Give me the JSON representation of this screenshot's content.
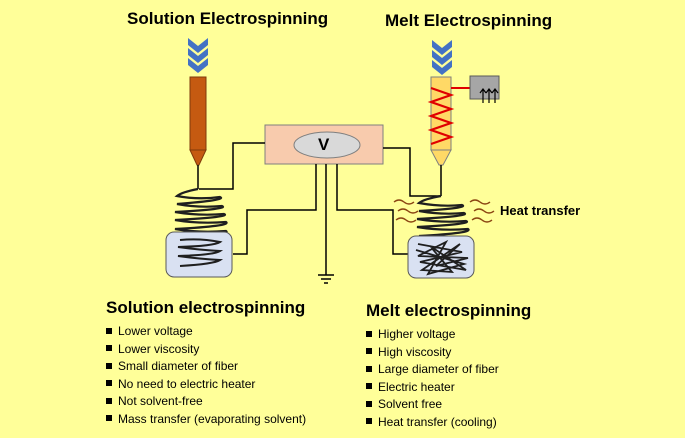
{
  "titles": {
    "solution": "Solution Electrospinning",
    "melt": "Melt Electrospinning"
  },
  "power_supply_label": "V",
  "heat_transfer_label": "Heat transfer",
  "solution_list": {
    "heading": "Solution electrospinning",
    "items": [
      "Lower voltage",
      "Lower viscosity",
      "Small diameter of fiber",
      "No need to electric heater",
      "Not solvent-free",
      "Mass transfer  (evaporating solvent)"
    ]
  },
  "melt_list": {
    "heading": "Melt electrospinning",
    "items": [
      "Higher voltage",
      "High viscosity",
      "Large diameter of fiber",
      "Electric heater",
      "Solvent free",
      "Heat transfer (cooling)"
    ]
  },
  "colors": {
    "background": "#FFFF99",
    "arrow_chevron": "#4472C4",
    "solution_syringe": "#C55A11",
    "melt_syringe": "#FFD966",
    "heater_coil": "#E00000",
    "power_box": "#F8CBAD",
    "collector": "#D9E1F2",
    "heat_wave": "#8B4513"
  }
}
